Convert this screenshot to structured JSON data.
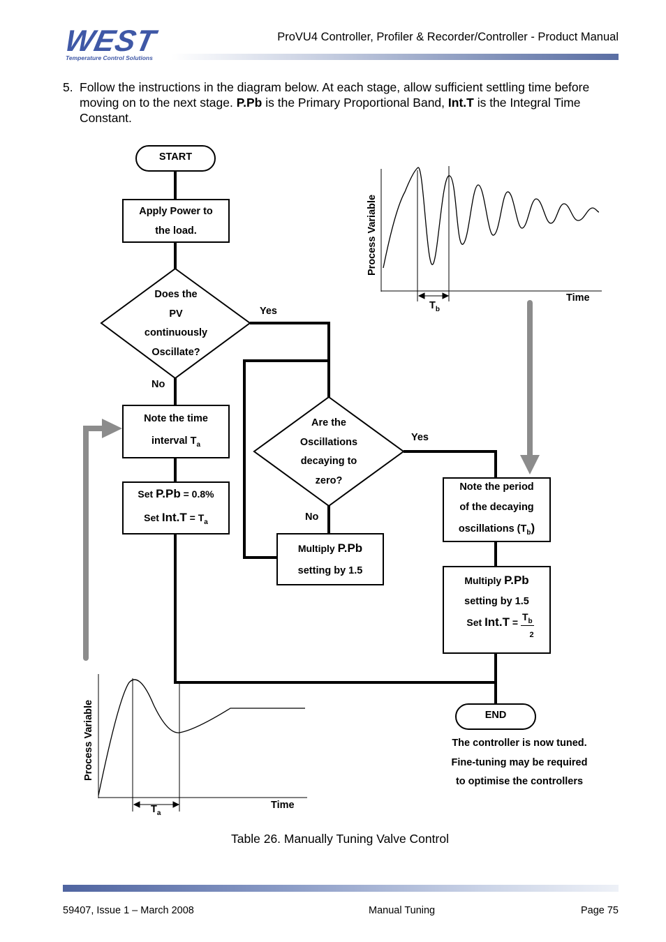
{
  "header": {
    "logo": "WEST",
    "logo_tagline": "Temperature Control Solutions",
    "title": "ProVU4 Controller, Profiler & Recorder/Controller - Product Manual"
  },
  "intro": {
    "number": "5.",
    "text_a": "Follow the instructions in the diagram below. At each stage, allow sufficient settling time before moving on to the next stage. ",
    "term1": "P.Pb",
    "text_b": " is the Primary Proportional Band, ",
    "term2": "Int.T",
    "text_c": " is the Integral Time Constant."
  },
  "flowchart": {
    "start": "START",
    "apply_power_l1": "Apply Power to",
    "apply_power_l2": "the load.",
    "decision1_l1": "Does the",
    "decision1_l2": "PV",
    "decision1_l3": "continuously",
    "decision1_l4": "Oscillate?",
    "yes1": "Yes",
    "no1": "No",
    "note_time_l1": "Note the time",
    "note_time_l2": "interval T",
    "note_time_sub": "a",
    "set_ppb_prefix": "Set ",
    "set_ppb_term": "P.Pb",
    "set_ppb_value": " = 0.8%",
    "set_intt_prefix": "Set ",
    "set_intt_term": "Int.T",
    "set_intt_value": " = T",
    "set_intt_sub": "a",
    "decision2_l1": "Are the",
    "decision2_l2": "Oscillations",
    "decision2_l3": "decaying to",
    "decision2_l4": "zero?",
    "yes2": "Yes",
    "no2": "No",
    "multiply_prefix": "Multiply ",
    "multiply_term": "P.Pb",
    "multiply_l2": "setting by 1.5",
    "note_period_l1": "Note the period",
    "note_period_l2": "of the decaying",
    "note_period_l3": "oscillations (T",
    "note_period_sub": "b",
    "note_period_close": ")",
    "multiply2_prefix": "Multiply ",
    "multiply2_term": "P.Pb",
    "multiply2_l2": "setting by 1.5",
    "set2_prefix": "Set ",
    "set2_term": "Int.T",
    "set2_eq": " = ",
    "set2_num": "T",
    "set2_num_sub": "b",
    "set2_den": "2",
    "end": "END",
    "end_note_l1": "The controller is now tuned.",
    "end_note_l2": "Fine-tuning may be required",
    "end_note_l3": "to optimise the controllers"
  },
  "graph_top": {
    "ylabel": "Process Variable",
    "xlabel": "Time",
    "marker": "T",
    "marker_sub": "b"
  },
  "graph_bottom": {
    "ylabel": "Process Variable",
    "xlabel": "Time",
    "marker": "T",
    "marker_sub": "a"
  },
  "caption": "Table 26. Manually Tuning Valve Control",
  "footer": {
    "left": "59407, Issue 1 – March 2008",
    "center": "Manual Tuning",
    "right": "Page 75"
  },
  "colors": {
    "brand_blue": "#3f58a6",
    "arrow_gray": "#8c8c8c"
  }
}
